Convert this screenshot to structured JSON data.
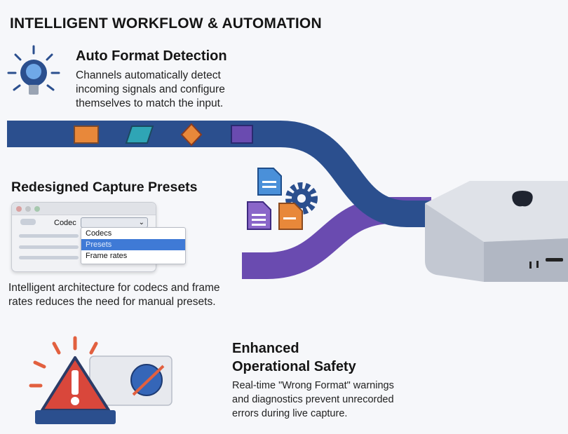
{
  "title": "INTELLIGENT WORKFLOW & AUTOMATION",
  "sections": {
    "auto_format": {
      "heading": "Auto Format Detection",
      "body": [
        "Channels automatically detect",
        "incoming signals and configure",
        "themselves to match the input."
      ],
      "icon": "lightbulb-icon"
    },
    "capture_presets": {
      "heading": "Redesigned Capture Presets",
      "dialog": {
        "field_label": "Codec",
        "options": [
          "Codecs",
          "Presets",
          "Frame rates"
        ],
        "selected": "Presets"
      },
      "body": [
        "Intelligent architecture for codecs and frame",
        "rates reduces the need for manual presets."
      ]
    },
    "safety": {
      "heading": [
        "Enhanced",
        "Operational Safety"
      ],
      "body": [
        "Real-time \"Wrong Format\" warnings",
        "and diagnostics prevent unrecorded",
        "errors during live capture."
      ],
      "icon": "warning-icon"
    }
  },
  "colors": {
    "blue_stream": "#2b4f8e",
    "purple_stream": "#6a4bb0",
    "warning_red": "#d9473b",
    "accent_orange": "#e8883a"
  }
}
